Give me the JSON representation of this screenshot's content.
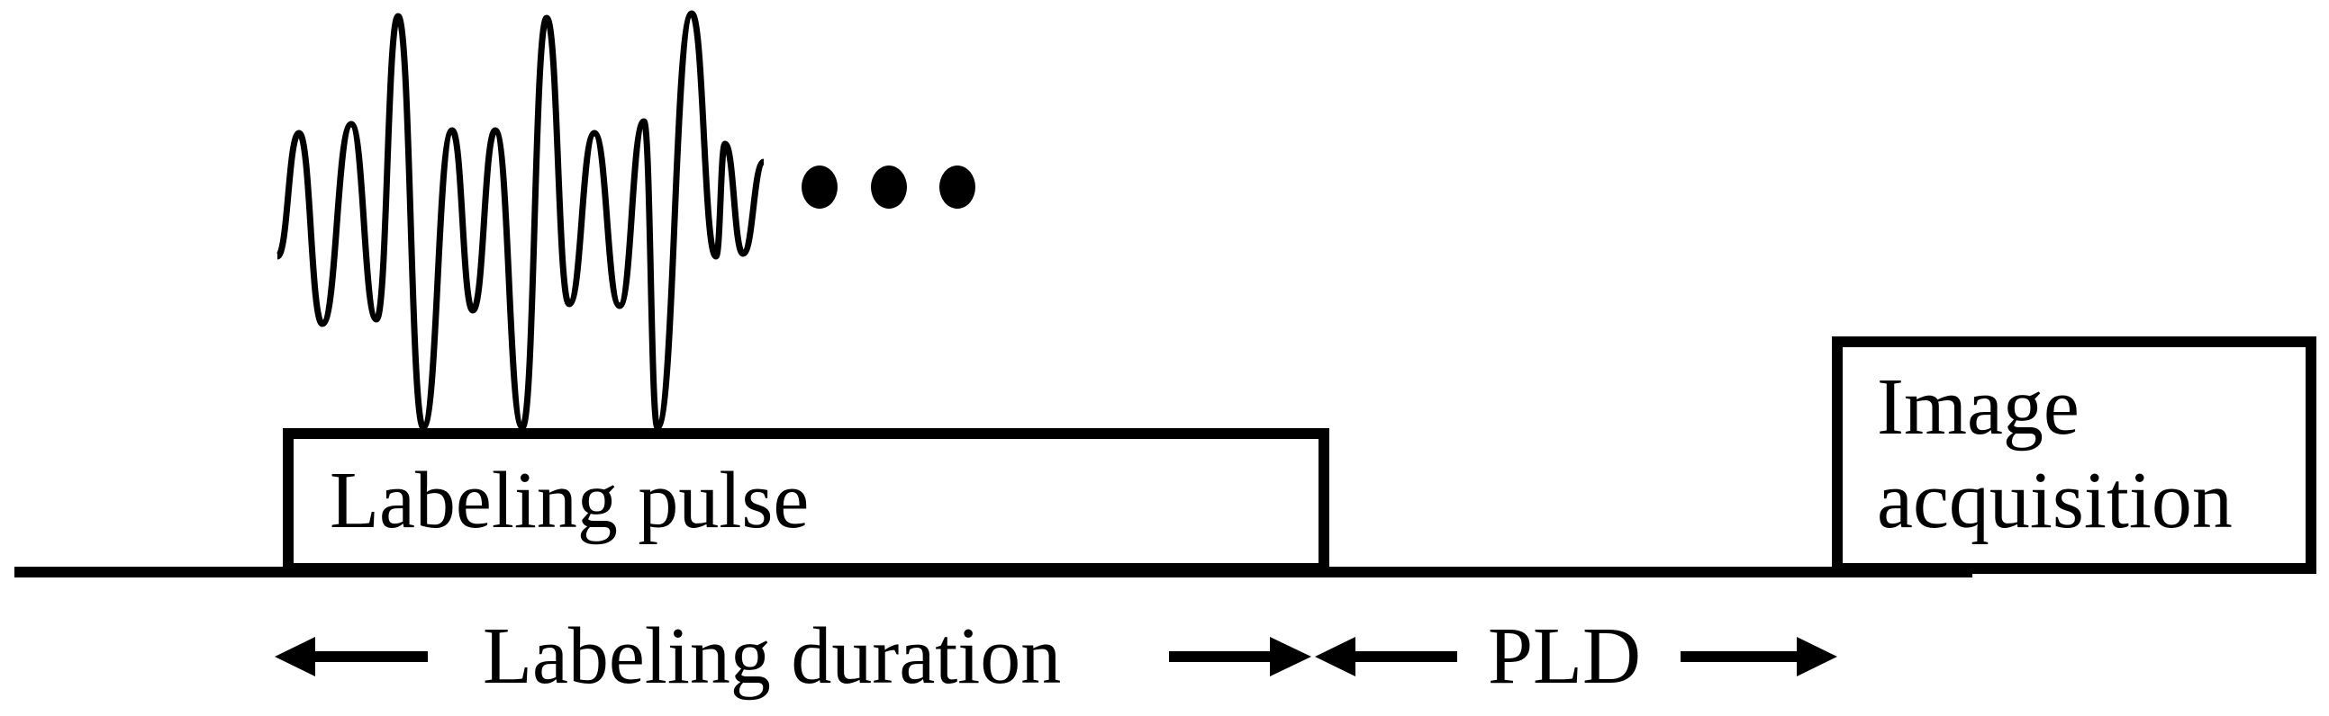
{
  "diagram": {
    "labeling_pulse_label": "Labeling pulse",
    "image_acquisition_line1": "Image",
    "image_acquisition_line2": "acquisition",
    "labeling_duration_label": "Labeling duration",
    "pld_label": "PLD",
    "ellipsis_icon": "ellipsis-dots",
    "colors": {
      "ink": "#000000",
      "background": "#ffffff"
    }
  }
}
